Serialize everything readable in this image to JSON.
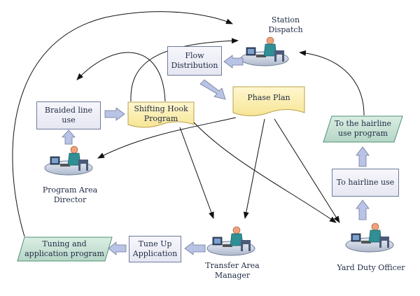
{
  "nodes": {
    "station_dispatch": "Station\nDispatch",
    "flow_distribution": "Flow\nDistribution",
    "phase_plan": "Phase Plan",
    "shifting_hook_program": "Shifting Hook\nProgram",
    "braided_line_use": "Braided line\nuse",
    "program_area_director": "Program Area\nDirector",
    "transfer_area_manager": "Transfer Area\nManager",
    "tune_up_application": "Tune Up\nApplication",
    "tuning_and_application_program": "Tuning and\napplication program",
    "yard_duty_officer": "Yard Duty Officer",
    "to_hairline_use": "To hairline use",
    "to_hairline_use_program": "To the hairline\nuse program"
  },
  "colors": {
    "process_fill": "#e9e9f4",
    "process_border": "#6e7a9a",
    "document_fill": "#fdf1b4",
    "document_border": "#b8a24f",
    "data_fill": "#c9e2d6",
    "data_border": "#4f8f74",
    "block_arrow": "#b9c3e6",
    "line": "#111111"
  },
  "icons": [
    "worker-at-computer-icon"
  ]
}
